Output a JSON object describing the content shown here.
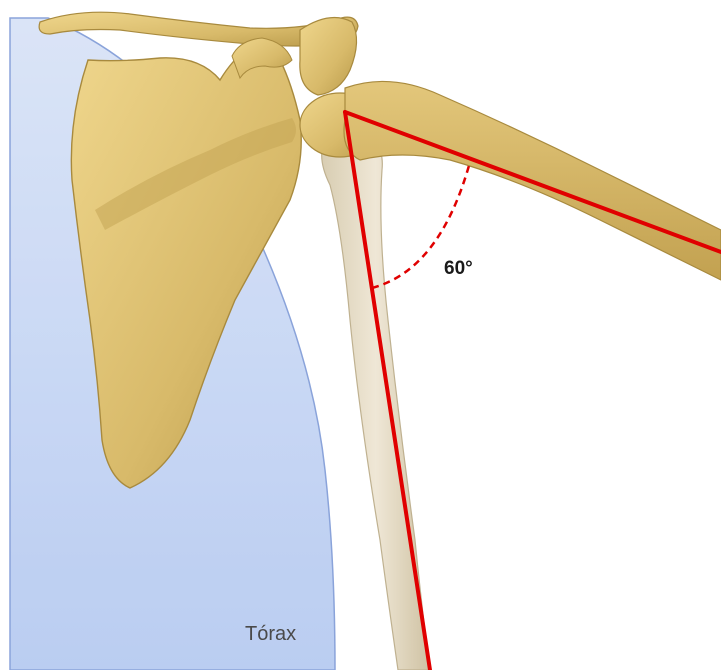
{
  "labels": {
    "angle": "60°",
    "region": "Tórax"
  },
  "colors": {
    "thorax_fill": "#b9cdf2",
    "thorax_stroke": "#7e9ad6",
    "bone": "#d9bd6f",
    "bone_shade": "#b89a4a",
    "humerus": "#e6dcc3",
    "angle_lines": "#e00000"
  },
  "icons": {
    "scapula": "scapula-bone",
    "clavicle": "clavicle-bone",
    "humerus": "humerus-bone"
  }
}
